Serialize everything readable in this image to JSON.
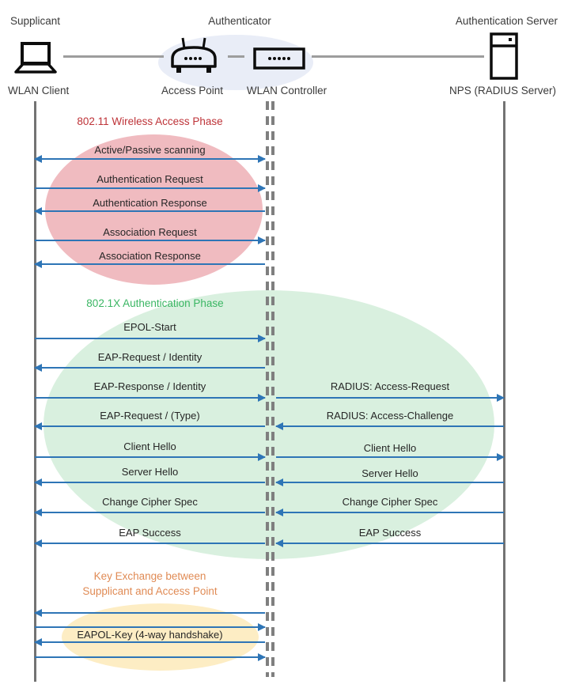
{
  "colors": {
    "arrow_blue": "#2E75B6",
    "lifeline_gray": "#737373",
    "connector_gray": "#9d9d9d",
    "phase1_title": "#BE3338",
    "phase1_fill": "#F0BBC0",
    "phase2_title": "#3AB663",
    "phase2_fill": "#D9F0DF",
    "phase3_title": "#E08B55",
    "phase3_fill": "#FDEDC4",
    "authenticator_fill": "#E9EDF7"
  },
  "header": {
    "roles": [
      {
        "label": "Supplicant"
      },
      {
        "label": "Authenticator"
      },
      {
        "label": "Authentication Server"
      }
    ],
    "nodes": [
      {
        "label": "WLAN Client",
        "icon": "laptop-icon"
      },
      {
        "label": "Access Point",
        "icon": "access-point-icon"
      },
      {
        "label": "WLAN Controller",
        "icon": "wlan-controller-icon"
      },
      {
        "label": "NPS (RADIUS Server)",
        "icon": "server-icon"
      }
    ]
  },
  "phases": [
    {
      "title": "802.11 Wireless Access Phase"
    },
    {
      "title": "802.1X Authentication Phase"
    },
    {
      "title_line1": "Key Exchange between",
      "title_line2": "Supplicant and Access Point"
    }
  ],
  "messages_left": [
    {
      "label": "Active/Passive scanning",
      "direction": "both"
    },
    {
      "label": "Authentication Request",
      "direction": "right"
    },
    {
      "label": "Authentication Response",
      "direction": "left"
    },
    {
      "label": "Association Request",
      "direction": "right"
    },
    {
      "label": "Association Response",
      "direction": "left"
    },
    {
      "label": "EPOL-Start",
      "direction": "right"
    },
    {
      "label": "EAP-Request / Identity",
      "direction": "left"
    },
    {
      "label": "EAP-Response / Identity",
      "direction": "right"
    },
    {
      "label": "EAP-Request / (Type)",
      "direction": "left"
    },
    {
      "label": "Client Hello",
      "direction": "right"
    },
    {
      "label": "Server Hello",
      "direction": "left"
    },
    {
      "label": "Change Cipher Spec",
      "direction": "left"
    },
    {
      "label": "EAP Success",
      "direction": "left"
    },
    {
      "label": "",
      "direction": "left"
    },
    {
      "label": "",
      "direction": "right"
    },
    {
      "label": "EAPOL-Key (4-way handshake)",
      "direction": "left"
    },
    {
      "label": "",
      "direction": "right"
    }
  ],
  "messages_right": [
    {
      "label": "RADIUS: Access-Request",
      "direction": "right"
    },
    {
      "label": "RADIUS: Access-Challenge",
      "direction": "left"
    },
    {
      "label": "Client Hello",
      "direction": "right"
    },
    {
      "label": "Server Hello",
      "direction": "left"
    },
    {
      "label": "Change Cipher Spec",
      "direction": "left"
    },
    {
      "label": "EAP Success",
      "direction": "left"
    }
  ]
}
